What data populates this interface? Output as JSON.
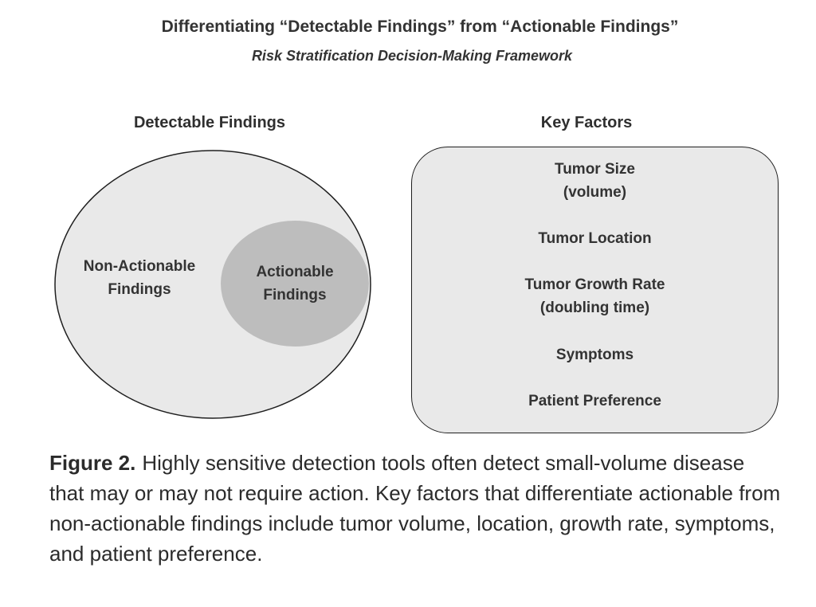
{
  "figure": {
    "title": "Differentiating “Detectable Findings” from “Actionable Findings”",
    "subtitle": "Risk Stratification Decision-Making Framework"
  },
  "venn": {
    "heading": "Detectable Findings",
    "outer": {
      "line1": "Non-Actionable",
      "line2": "Findings",
      "fill": "#e9e9e9"
    },
    "inner": {
      "line1": "Actionable",
      "line2": "Findings",
      "fill": "#bdbdbd"
    }
  },
  "factors": {
    "heading": "Key Factors",
    "items": [
      {
        "line1": "Tumor Size",
        "line2": "(volume)"
      },
      {
        "line1": "Tumor Location",
        "line2": ""
      },
      {
        "line1": "Tumor Growth Rate",
        "line2": "(doubling time)"
      },
      {
        "line1": "Symptoms",
        "line2": ""
      },
      {
        "line1": "Patient Preference",
        "line2": ""
      }
    ]
  },
  "caption": {
    "label": "Figure 2.",
    "text": "Highly sensitive detection tools often detect small-volume disease that may or may not require action. Key factors that differentiate actionable from non-actionable findings include tumor volume, location, growth rate, symptoms, and patient preference."
  }
}
